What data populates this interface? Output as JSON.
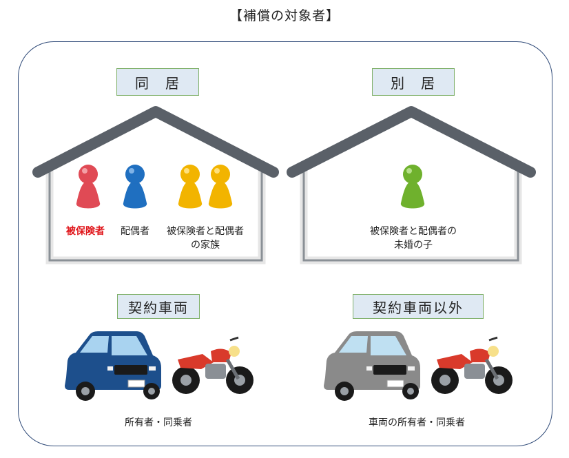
{
  "title": "【補償の対象者】",
  "cohabiting": {
    "label": "同　居",
    "members": [
      {
        "label": "被保険者",
        "color": "#e0161b"
      },
      {
        "label": "配偶者"
      },
      {
        "label_line1": "被保険者と配偶者",
        "label_line2": "の家族"
      }
    ]
  },
  "separate": {
    "label": "別　居",
    "member": {
      "label_line1": "被保険者と配偶者の",
      "label_line2": "未婚の子"
    }
  },
  "contract_vehicle": {
    "label": "契約車両",
    "caption": "所有者・同乗者"
  },
  "other_vehicle": {
    "label": "契約車両以外",
    "caption": "車両の所有者・同乗者"
  },
  "colors": {
    "frame": "#2f4a78",
    "label_bg": "#dfe9f3",
    "label_border": "#7fb069",
    "house_stroke": "#5a6068",
    "person_red": "#e04a55",
    "person_blue": "#1f6fc0",
    "person_yellow": "#f2b400",
    "person_green": "#6fb12d",
    "car_blue": "#1d4f8c",
    "car_gray": "#8a8a8a",
    "motorcycle_red": "#d93a2b"
  }
}
